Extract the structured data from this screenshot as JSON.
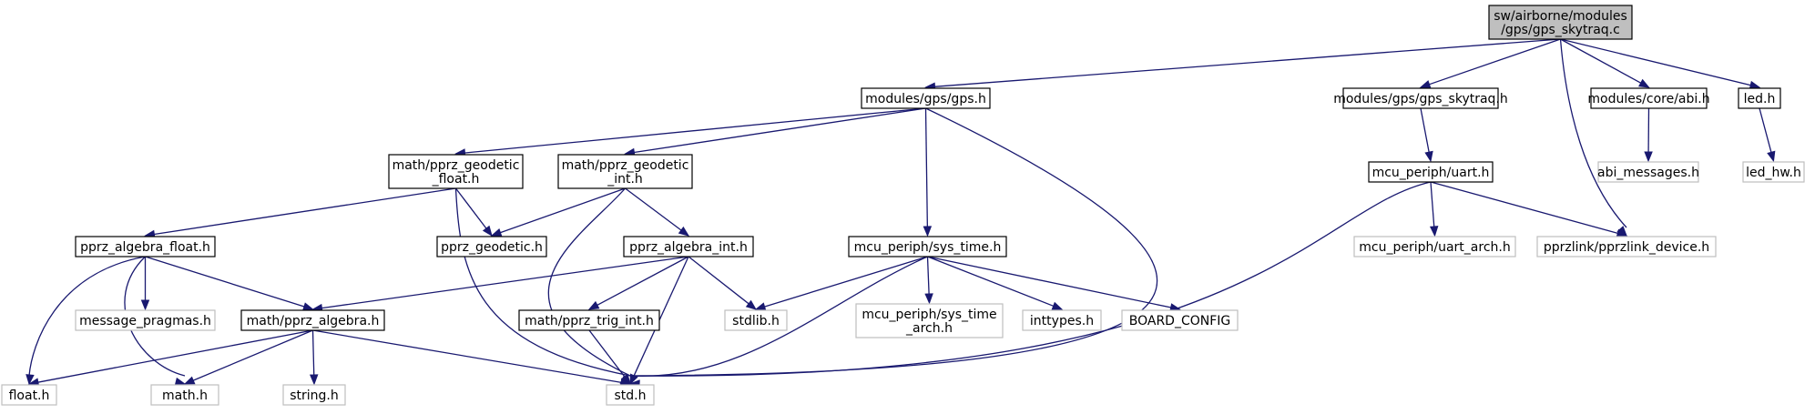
{
  "nodes": [
    {
      "id": "root",
      "lines": [
        "sw/airborne/modules",
        "/gps/gps_skytraq.c"
      ],
      "kind": "root"
    },
    {
      "id": "gps_h",
      "lines": [
        "modules/gps/gps.h"
      ],
      "kind": "documented"
    },
    {
      "id": "gps_skytraq_h",
      "lines": [
        "modules/gps/gps_skytraq.h"
      ],
      "kind": "documented"
    },
    {
      "id": "abi_h",
      "lines": [
        "modules/core/abi.h"
      ],
      "kind": "documented"
    },
    {
      "id": "led_h",
      "lines": [
        "led.h"
      ],
      "kind": "documented"
    },
    {
      "id": "geodetic_float",
      "lines": [
        "math/pprz_geodetic",
        "_float.h"
      ],
      "kind": "documented"
    },
    {
      "id": "geodetic_int",
      "lines": [
        "math/pprz_geodetic",
        "_int.h"
      ],
      "kind": "documented"
    },
    {
      "id": "uart_h",
      "lines": [
        "mcu_periph/uart.h"
      ],
      "kind": "documented"
    },
    {
      "id": "abi_messages",
      "lines": [
        "abi_messages.h"
      ],
      "kind": "undocumented"
    },
    {
      "id": "led_hw",
      "lines": [
        "led_hw.h"
      ],
      "kind": "undocumented"
    },
    {
      "id": "algebra_float",
      "lines": [
        "pprz_algebra_float.h"
      ],
      "kind": "documented"
    },
    {
      "id": "geodetic_h",
      "lines": [
        "pprz_geodetic.h"
      ],
      "kind": "documented"
    },
    {
      "id": "algebra_int",
      "lines": [
        "pprz_algebra_int.h"
      ],
      "kind": "documented"
    },
    {
      "id": "sys_time",
      "lines": [
        "mcu_periph/sys_time.h"
      ],
      "kind": "documented"
    },
    {
      "id": "uart_arch",
      "lines": [
        "mcu_periph/uart_arch.h"
      ],
      "kind": "undocumented"
    },
    {
      "id": "pprzlink_device",
      "lines": [
        "pprzlink/pprzlink_device.h"
      ],
      "kind": "undocumented"
    },
    {
      "id": "message_pragmas",
      "lines": [
        "message_pragmas.h"
      ],
      "kind": "undocumented"
    },
    {
      "id": "algebra_h",
      "lines": [
        "math/pprz_algebra.h"
      ],
      "kind": "documented"
    },
    {
      "id": "trig_int",
      "lines": [
        "math/pprz_trig_int.h"
      ],
      "kind": "documented"
    },
    {
      "id": "stdlib_h",
      "lines": [
        "stdlib.h"
      ],
      "kind": "undocumented"
    },
    {
      "id": "sys_time_arch",
      "lines": [
        "mcu_periph/sys_time",
        "_arch.h"
      ],
      "kind": "undocumented"
    },
    {
      "id": "inttypes_h",
      "lines": [
        "inttypes.h"
      ],
      "kind": "undocumented"
    },
    {
      "id": "board_config",
      "lines": [
        "BOARD_CONFIG"
      ],
      "kind": "undocumented"
    },
    {
      "id": "float_h",
      "lines": [
        "float.h"
      ],
      "kind": "undocumented"
    },
    {
      "id": "math_h",
      "lines": [
        "math.h"
      ],
      "kind": "undocumented"
    },
    {
      "id": "string_h",
      "lines": [
        "string.h"
      ],
      "kind": "undocumented"
    },
    {
      "id": "std_h",
      "lines": [
        "std.h"
      ],
      "kind": "undocumented"
    }
  ],
  "edges": [
    [
      "root",
      "gps_h"
    ],
    [
      "root",
      "gps_skytraq_h"
    ],
    [
      "root",
      "pprzlink_device"
    ],
    [
      "root",
      "abi_h"
    ],
    [
      "root",
      "led_h"
    ],
    [
      "gps_h",
      "geodetic_float"
    ],
    [
      "gps_h",
      "geodetic_int"
    ],
    [
      "gps_h",
      "sys_time"
    ],
    [
      "gps_h",
      "std_h"
    ],
    [
      "gps_skytraq_h",
      "uart_h"
    ],
    [
      "abi_h",
      "abi_messages"
    ],
    [
      "led_h",
      "led_hw"
    ],
    [
      "uart_h",
      "uart_arch"
    ],
    [
      "uart_h",
      "pprzlink_device"
    ],
    [
      "uart_h",
      "std_h"
    ],
    [
      "geodetic_float",
      "algebra_float"
    ],
    [
      "geodetic_float",
      "geodetic_h"
    ],
    [
      "geodetic_float",
      "std_h"
    ],
    [
      "geodetic_int",
      "geodetic_h"
    ],
    [
      "geodetic_int",
      "algebra_int"
    ],
    [
      "geodetic_int",
      "std_h"
    ],
    [
      "algebra_float",
      "float_h"
    ],
    [
      "algebra_float",
      "math_h"
    ],
    [
      "algebra_float",
      "message_pragmas"
    ],
    [
      "algebra_float",
      "algebra_h"
    ],
    [
      "algebra_int",
      "algebra_h"
    ],
    [
      "algebra_int",
      "trig_int"
    ],
    [
      "algebra_int",
      "stdlib_h"
    ],
    [
      "algebra_int",
      "std_h"
    ],
    [
      "sys_time",
      "stdlib_h"
    ],
    [
      "sys_time",
      "std_h"
    ],
    [
      "sys_time",
      "sys_time_arch"
    ],
    [
      "sys_time",
      "inttypes_h"
    ],
    [
      "sys_time",
      "board_config"
    ],
    [
      "algebra_h",
      "float_h"
    ],
    [
      "algebra_h",
      "math_h"
    ],
    [
      "algebra_h",
      "string_h"
    ],
    [
      "algebra_h",
      "std_h"
    ],
    [
      "trig_int",
      "std_h"
    ]
  ],
  "colors": {
    "edge": "#191970",
    "root_fill": "#bfbfbf",
    "documented_border": "#000000",
    "undocumented_border": "#bfbfbf"
  }
}
